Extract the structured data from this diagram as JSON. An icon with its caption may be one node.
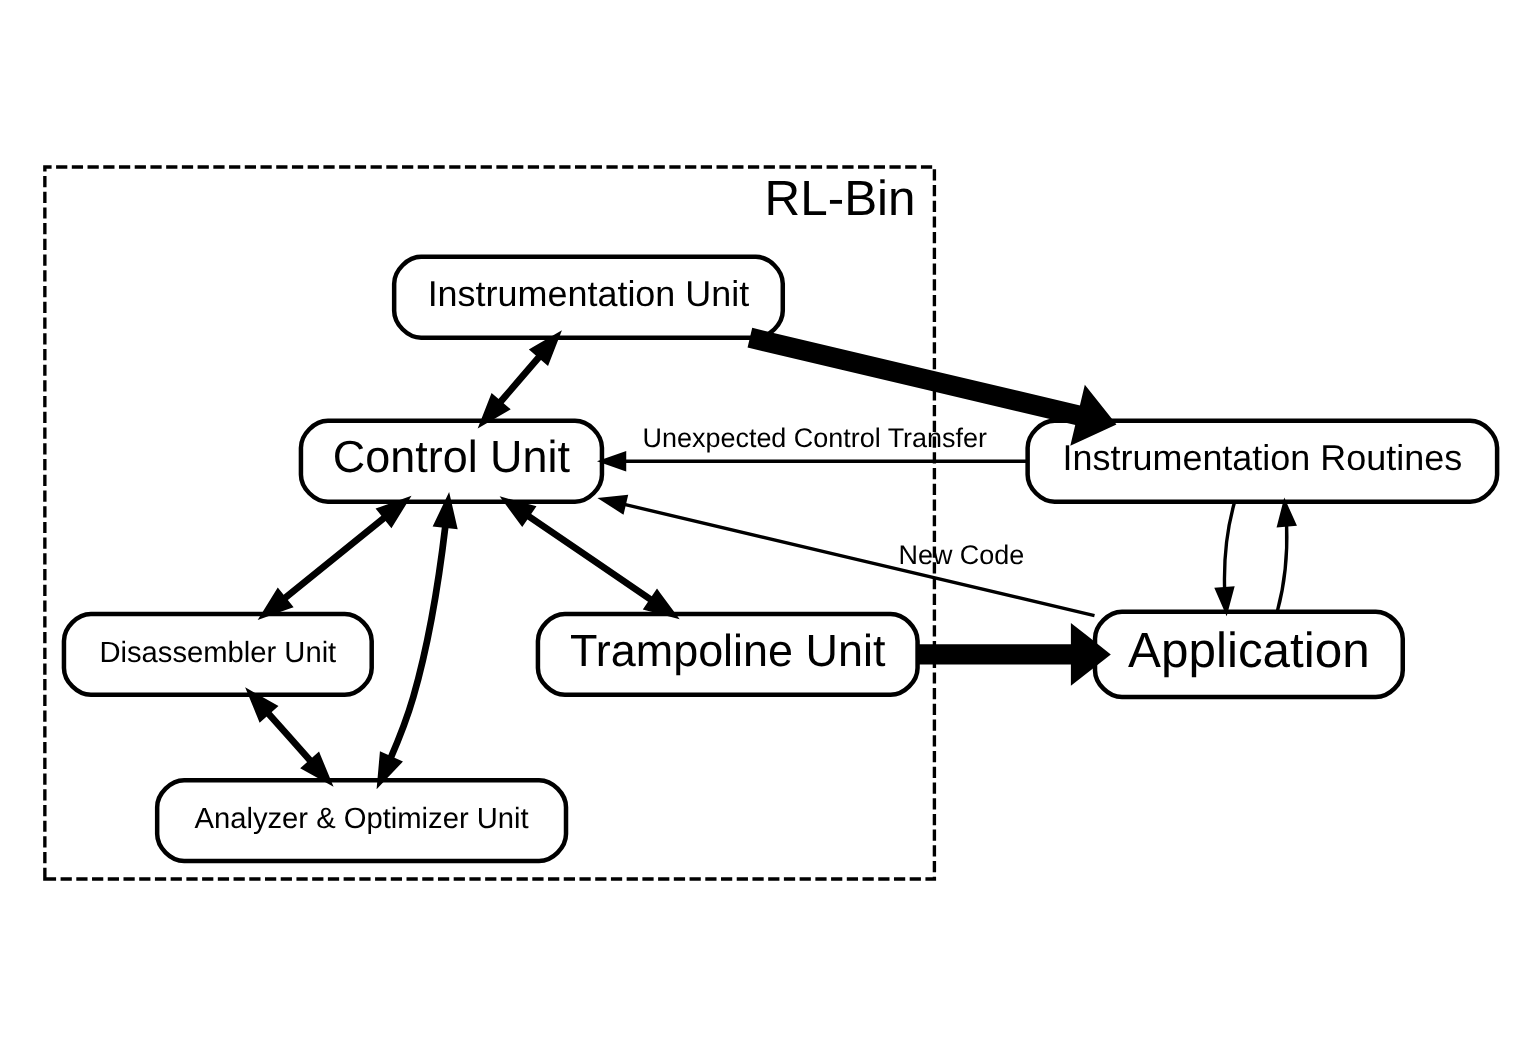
{
  "diagram": {
    "nodes": [
      {
        "text": [
          "RL-Bin"
        ]
      },
      {
        "text": [
          "Instrumentation Routines"
        ]
      },
      {
        "text": [
          "Application"
        ]
      },
      {
        "text": [
          "Instrumentation Unit"
        ],
        "in": 0
      },
      {
        "text": [
          "Control Unit"
        ],
        "in": 0
      },
      {
        "text": [
          "Disassembler Unit"
        ],
        "in": 0
      },
      {
        "text": [
          "Analyzer & Optimizer Unit"
        ],
        "in": 0
      },
      {
        "text": [
          "Trampoline Unit"
        ],
        "in": 0
      }
    ],
    "edges": [
      {
        "from": 3,
        "to": 1,
        "arrow": "to",
        "style": "thick"
      },
      {
        "from": 3,
        "to": 4,
        "arrow": "both"
      },
      {
        "from": 4,
        "to": 5,
        "arrow": "both"
      },
      {
        "from": 5,
        "to": 6,
        "arrow": "both"
      },
      {
        "from": 4,
        "to": 6,
        "arrow": "both"
      },
      {
        "from": 4,
        "to": 7,
        "arrow": "both"
      },
      {
        "from": 7,
        "to": 2,
        "arrow": "to",
        "style": "thick"
      },
      {
        "from": 1,
        "to": 4,
        "arrow": "to",
        "label": "Unexpected Control Transfer"
      },
      {
        "from": 1,
        "to": 2,
        "arrow": "to"
      },
      {
        "from": 2,
        "to": 4,
        "arrow": "to",
        "label": "New Code"
      },
      {
        "from": 2,
        "to": 1,
        "arrow": "to"
      }
    ]
  }
}
